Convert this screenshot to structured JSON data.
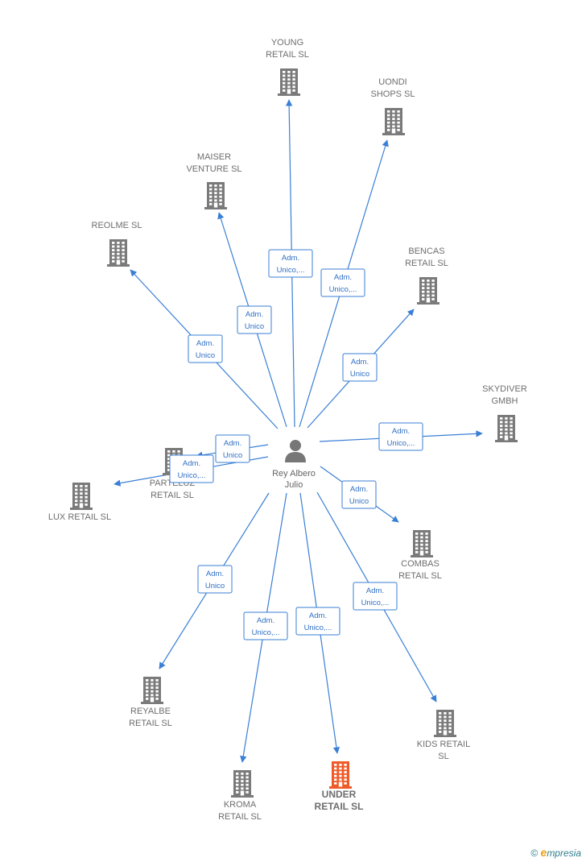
{
  "center": {
    "name_lines": [
      "Rey Albero",
      "Julio"
    ]
  },
  "companies": [
    {
      "id": "young",
      "lines": [
        "YOUNG",
        "RETAIL  SL"
      ],
      "highlight": false
    },
    {
      "id": "uondi",
      "lines": [
        "UONDI",
        "SHOPS  SL"
      ],
      "highlight": false
    },
    {
      "id": "maiser",
      "lines": [
        "MAISER",
        "VENTURE  SL"
      ],
      "highlight": false
    },
    {
      "id": "reolme",
      "lines": [
        "REOLME  SL"
      ],
      "highlight": false
    },
    {
      "id": "bencas",
      "lines": [
        "BENCAS",
        "RETAIL SL"
      ],
      "highlight": false
    },
    {
      "id": "skydiver",
      "lines": [
        "SKYDIVER",
        "GMBH"
      ],
      "highlight": false
    },
    {
      "id": "parteluz",
      "lines": [
        "PARTELUZ",
        "RETAIL  SL"
      ],
      "highlight": false
    },
    {
      "id": "lux",
      "lines": [
        "LUX RETAIL  SL"
      ],
      "highlight": false
    },
    {
      "id": "combas",
      "lines": [
        "COMBAS",
        "RETAIL  SL"
      ],
      "highlight": false
    },
    {
      "id": "reyalbe",
      "lines": [
        "REYALBE",
        "RETAIL  SL"
      ],
      "highlight": false
    },
    {
      "id": "kids",
      "lines": [
        "KIDS RETAIL",
        "SL"
      ],
      "highlight": false
    },
    {
      "id": "kroma",
      "lines": [
        "KROMA",
        "RETAIL  SL"
      ],
      "highlight": false
    },
    {
      "id": "under",
      "lines": [
        "UNDER",
        "RETAIL  SL"
      ],
      "highlight": true
    }
  ],
  "relations": [
    {
      "target": "young",
      "lines": [
        "Adm.",
        "Unico,..."
      ]
    },
    {
      "target": "uondi",
      "lines": [
        "Adm.",
        "Unico,..."
      ]
    },
    {
      "target": "maiser",
      "lines": [
        "Adm.",
        "Unico"
      ]
    },
    {
      "target": "reolme",
      "lines": [
        "Adm.",
        "Unico"
      ]
    },
    {
      "target": "bencas",
      "lines": [
        "Adm.",
        "Unico"
      ]
    },
    {
      "target": "skydiver",
      "lines": [
        "Adm.",
        "Unico,..."
      ]
    },
    {
      "target": "parteluz",
      "lines": [
        "Adm.",
        "Unico"
      ]
    },
    {
      "target": "lux",
      "lines": [
        "Adm.",
        "Unico,..."
      ]
    },
    {
      "target": "combas",
      "lines": [
        "Adm.",
        "Unico"
      ]
    },
    {
      "target": "reyalbe",
      "lines": [
        "Adm.",
        "Unico"
      ]
    },
    {
      "target": "kids",
      "lines": [
        "Adm.",
        "Unico,..."
      ]
    },
    {
      "target": "kroma",
      "lines": [
        "Adm.",
        "Unico,..."
      ]
    },
    {
      "target": "under",
      "lines": [
        "Adm.",
        "Unico,..."
      ]
    }
  ],
  "colors": {
    "edge": "#3a7fd5",
    "building": "#7a7a7a",
    "building_highlight": "#f05a28",
    "person": "#777777"
  },
  "icons": {
    "company": "building-icon",
    "person": "person-icon",
    "copyright": "copyright-icon"
  },
  "footer": {
    "copyright_symbol": "©",
    "brand_initial": "e",
    "brand_rest": "mpresia"
  }
}
